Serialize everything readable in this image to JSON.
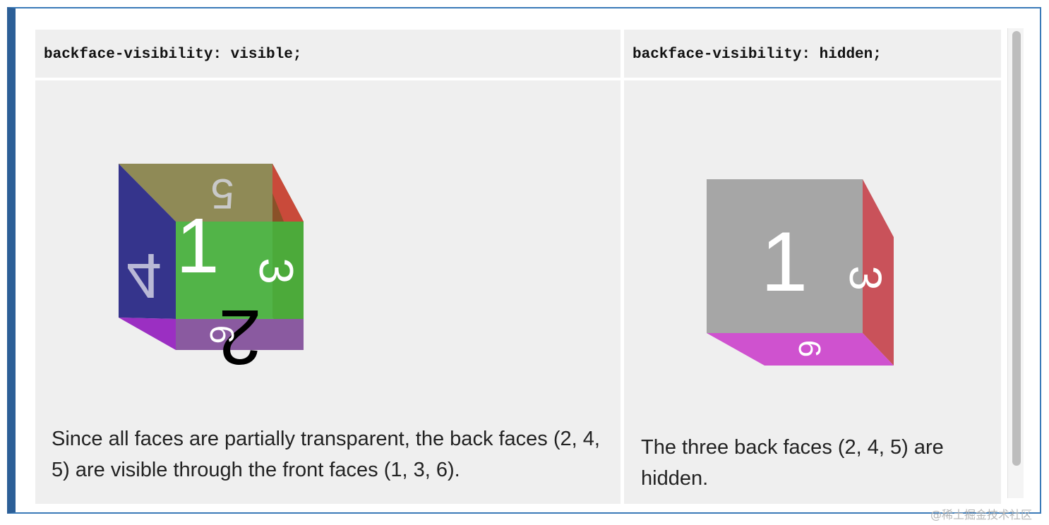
{
  "columns": [
    {
      "heading": "backface-visibility: visible;",
      "description": "Since all faces are partially transparent, the back faces (2, 4, 5) are visible through the front faces (1, 3, 6)."
    },
    {
      "heading": "backface-visibility: hidden;",
      "description": "The three back faces (2, 4, 5) are hidden."
    }
  ],
  "cube_visible": {
    "front": "1",
    "back": "2",
    "right": "3",
    "left": "4",
    "top": "5",
    "bottom": "6"
  },
  "cube_hidden": {
    "front": "1",
    "right": "3",
    "bottom": "6"
  },
  "watermark": "@稀土掘金技术社区"
}
